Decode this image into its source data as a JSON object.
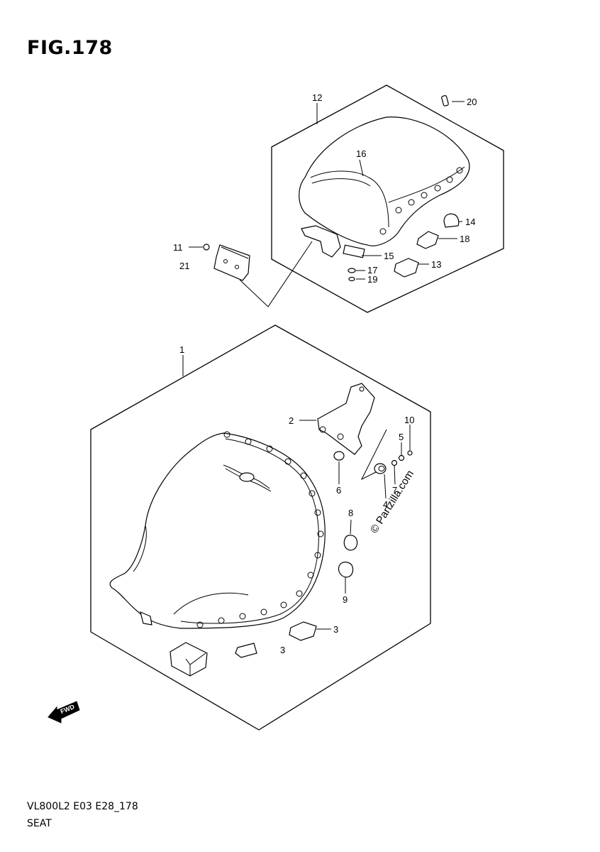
{
  "figure_title": "FIG.178",
  "footer": {
    "code": "VL800L2 E03 E28_178",
    "name": "SEAT"
  },
  "watermark": "© Partzilla.com",
  "fwd_label": "FWD",
  "callouts": [
    {
      "id": "c1",
      "text": "1"
    },
    {
      "id": "c2",
      "text": "2"
    },
    {
      "id": "c3a",
      "text": "3"
    },
    {
      "id": "c3b",
      "text": "3"
    },
    {
      "id": "c4",
      "text": "4"
    },
    {
      "id": "c5",
      "text": "5"
    },
    {
      "id": "c6",
      "text": "6"
    },
    {
      "id": "c7",
      "text": "7"
    },
    {
      "id": "c8",
      "text": "8"
    },
    {
      "id": "c9",
      "text": "9"
    },
    {
      "id": "c10",
      "text": "10"
    },
    {
      "id": "c11",
      "text": "11"
    },
    {
      "id": "c12",
      "text": "12"
    },
    {
      "id": "c13",
      "text": "13"
    },
    {
      "id": "c14",
      "text": "14"
    },
    {
      "id": "c15",
      "text": "15"
    },
    {
      "id": "c16",
      "text": "16"
    },
    {
      "id": "c17",
      "text": "17"
    },
    {
      "id": "c18",
      "text": "18"
    },
    {
      "id": "c19",
      "text": "19"
    },
    {
      "id": "c20",
      "text": "20"
    },
    {
      "id": "c21",
      "text": "21"
    }
  ]
}
